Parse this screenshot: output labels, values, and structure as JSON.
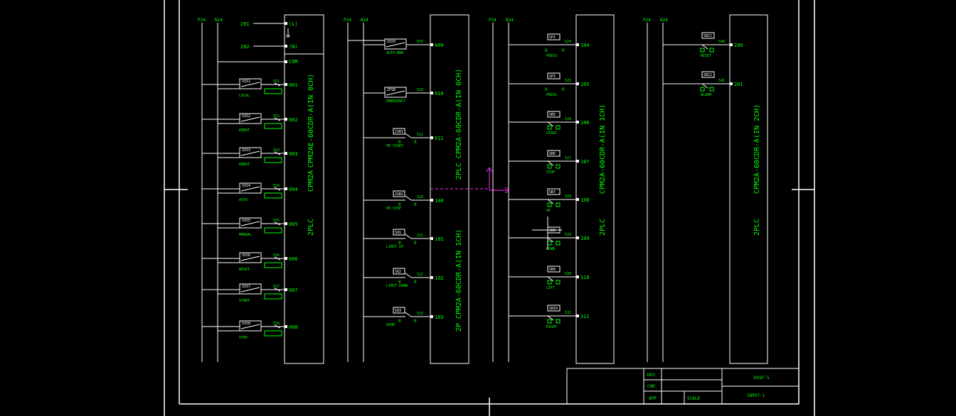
{
  "colors": {
    "background": "#000000",
    "frame": "#ffffff",
    "wire": "#ffffff",
    "label": "#00ff00",
    "accent": "#ff33ff"
  },
  "bus_labels": {
    "p24": "P24",
    "n24": "N24"
  },
  "module1": {
    "name_top": "CPM2AE-60CDR-A(IN 0CH)",
    "name_bottom": "2PLC",
    "side_text_mid": "CPM2A",
    "power": [
      {
        "wire": "201",
        "terminal": "(L)"
      },
      {
        "wire": "202",
        "terminal": "(N)"
      }
    ],
    "com_label": "COM",
    "inputs": [
      {
        "addr": "001",
        "device": "SS51",
        "wire": "551",
        "caption": "LOCAL"
      },
      {
        "addr": "002",
        "device": "SS52",
        "wire": "552",
        "caption": "ROBOT"
      },
      {
        "addr": "003",
        "device": "SS53",
        "wire": "553",
        "caption": "ROBOT"
      },
      {
        "addr": "004",
        "device": "SS54",
        "wire": "554",
        "caption": "AUTO"
      },
      {
        "addr": "005",
        "device": "SS55",
        "wire": "555",
        "caption": "MANUAL"
      },
      {
        "addr": "006",
        "device": "SS56",
        "wire": "556",
        "caption": "RESET"
      },
      {
        "addr": "007",
        "device": "SS57",
        "wire": "557",
        "caption": "START"
      },
      {
        "addr": "008",
        "device": "SS58",
        "wire": "558",
        "caption": "STOP"
      }
    ]
  },
  "module2": {
    "name_top": "2PLC CPM2A-60CDR-A(IN 0CH)",
    "name_bottom": "2P  CPM2A-60CDR-A(IN 1CH)",
    "inputs": [
      {
        "addr": "009",
        "device": "SS59",
        "wire": "559",
        "caption": "AUTO-MAN"
      },
      {
        "addr": "010",
        "device": "2PSB",
        "wire": "510",
        "caption": "EMERGENCY"
      },
      {
        "addr": "011",
        "device": "2SB1",
        "wire": "511",
        "caption": "PB START"
      },
      {
        "addr": "100",
        "device": "2SB2",
        "wire": "520",
        "caption": "PB STOP"
      },
      {
        "addr": "101",
        "device": "SQ1",
        "wire": "521",
        "caption": "LIMIT UP"
      },
      {
        "addr": "102",
        "device": "SQ2",
        "wire": "522",
        "caption": "LIMIT DOWN"
      },
      {
        "addr": "103",
        "device": "SQ3",
        "wire": "523",
        "caption": "DOOR"
      }
    ]
  },
  "module3": {
    "name_top": "CPM2A-60CDR-A(IN 1CH)",
    "name_bottom": "2PLC",
    "inputs": [
      {
        "addr": "104",
        "device": "SP1",
        "wire": "524",
        "caption": "PRESS"
      },
      {
        "addr": "105",
        "device": "SP2",
        "wire": "525",
        "caption": "PRESS"
      },
      {
        "addr": "106",
        "device": "SB5",
        "wire": "526",
        "caption": "START"
      },
      {
        "addr": "107",
        "device": "SB6",
        "wire": "527",
        "caption": "STOP"
      },
      {
        "addr": "108",
        "device": "SB7",
        "wire": "528",
        "caption": "UP"
      },
      {
        "addr": "109",
        "device": "SB8",
        "wire": "529",
        "caption": "DOWN"
      },
      {
        "addr": "110",
        "device": "SB9",
        "wire": "530",
        "caption": "LEFT"
      },
      {
        "addr": "111",
        "device": "SB10",
        "wire": "531",
        "caption": "RIGHT"
      }
    ]
  },
  "module4": {
    "name_top": "CPM2A-60CDR-A(IN 2CH)",
    "name_bottom": "2PLC",
    "inputs": [
      {
        "addr": "200",
        "device": "SB11",
        "wire": "540",
        "caption": "RESET"
      },
      {
        "addr": "201",
        "device": "SB12",
        "wire": "541",
        "caption": "ALARM"
      }
    ]
  },
  "title_block": {
    "drawing_no": "DSSF-5",
    "title": "INPUT-1",
    "row_labels": [
      "DES",
      "CHK",
      "APP",
      "SCALE"
    ]
  }
}
